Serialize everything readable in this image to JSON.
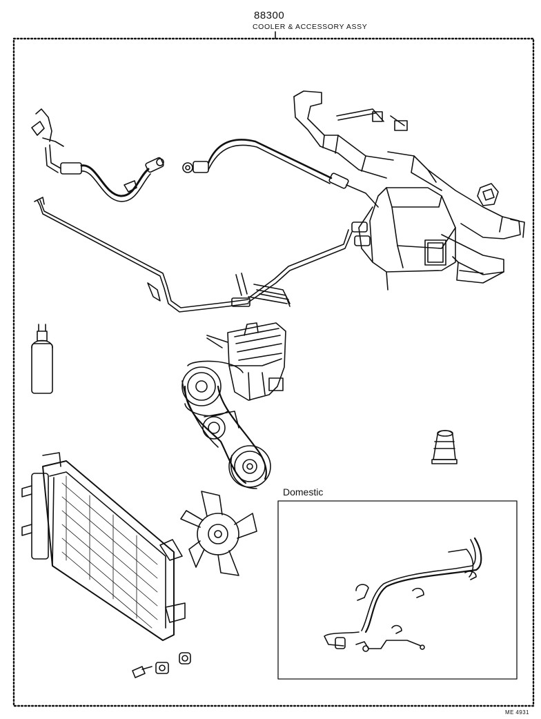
{
  "header": {
    "part_number": "88300",
    "part_name": "COOLER & ACCESSORY ASSY"
  },
  "inset": {
    "label": "Domestic"
  },
  "footer": {
    "drawing_code": "ME 4931"
  }
}
